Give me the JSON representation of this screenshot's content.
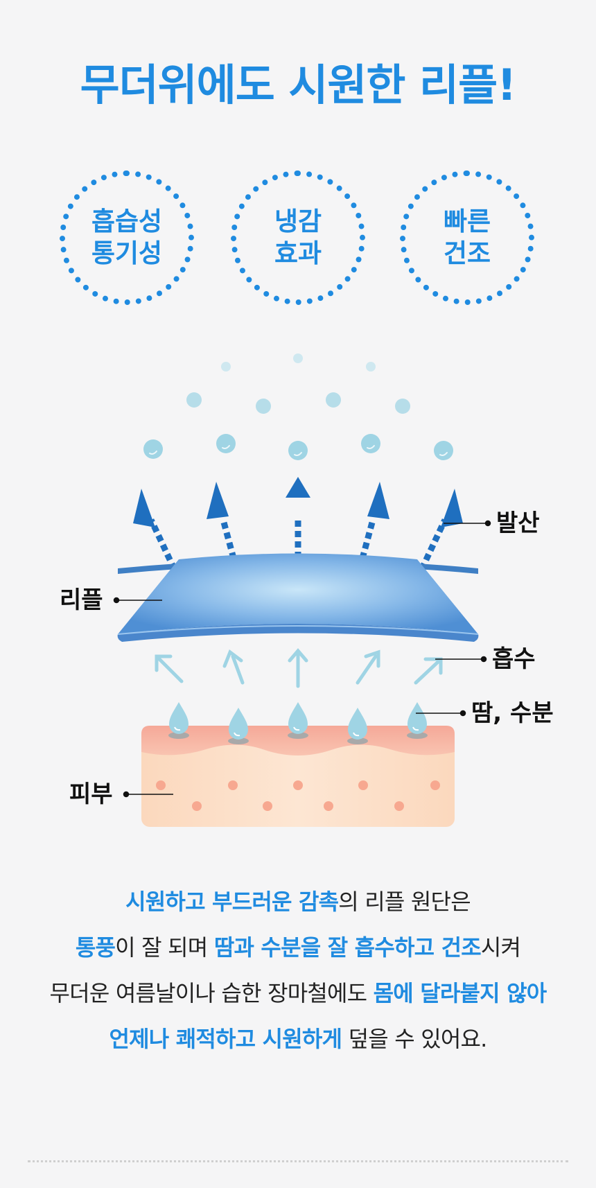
{
  "title": "무더위에도 시원한 리플!",
  "badges": [
    {
      "line1": "흡습성",
      "line2": "통기성"
    },
    {
      "line1": "냉감",
      "line2": "효과"
    },
    {
      "line1": "빠른",
      "line2": "건조"
    }
  ],
  "diagram_labels": {
    "evaporation": "발산",
    "fabric": "리플",
    "absorption": "흡수",
    "sweat": "땀, 수분",
    "skin": "피부"
  },
  "description": [
    [
      {
        "text": "시원하고 부드러운 감촉",
        "hl": true
      },
      {
        "text": "의 리플 원단은",
        "hl": false
      }
    ],
    [
      {
        "text": "통풍",
        "hl": true
      },
      {
        "text": "이 잘 되며 ",
        "hl": false
      },
      {
        "text": "땀과 수분을 잘 흡수하고 건조",
        "hl": true
      },
      {
        "text": "시켜",
        "hl": false
      }
    ],
    [
      {
        "text": "무더운 여름날이나 습한 장마철에도 ",
        "hl": false
      },
      {
        "text": "몸에 달라붙지 않아",
        "hl": true
      }
    ],
    [
      {
        "text": "언제나 쾌적하고 시원하게",
        "hl": true
      },
      {
        "text": " 덮을 수 있어요.",
        "hl": false
      }
    ]
  ],
  "colors": {
    "accent": "#1f8be0",
    "fabric_blue": "#5a96d6",
    "arrow_dark": "#1f6fbf",
    "droplet": "#9fd4e4",
    "skin_top": "#f7b2a3",
    "skin_body": "#fde0c9"
  }
}
